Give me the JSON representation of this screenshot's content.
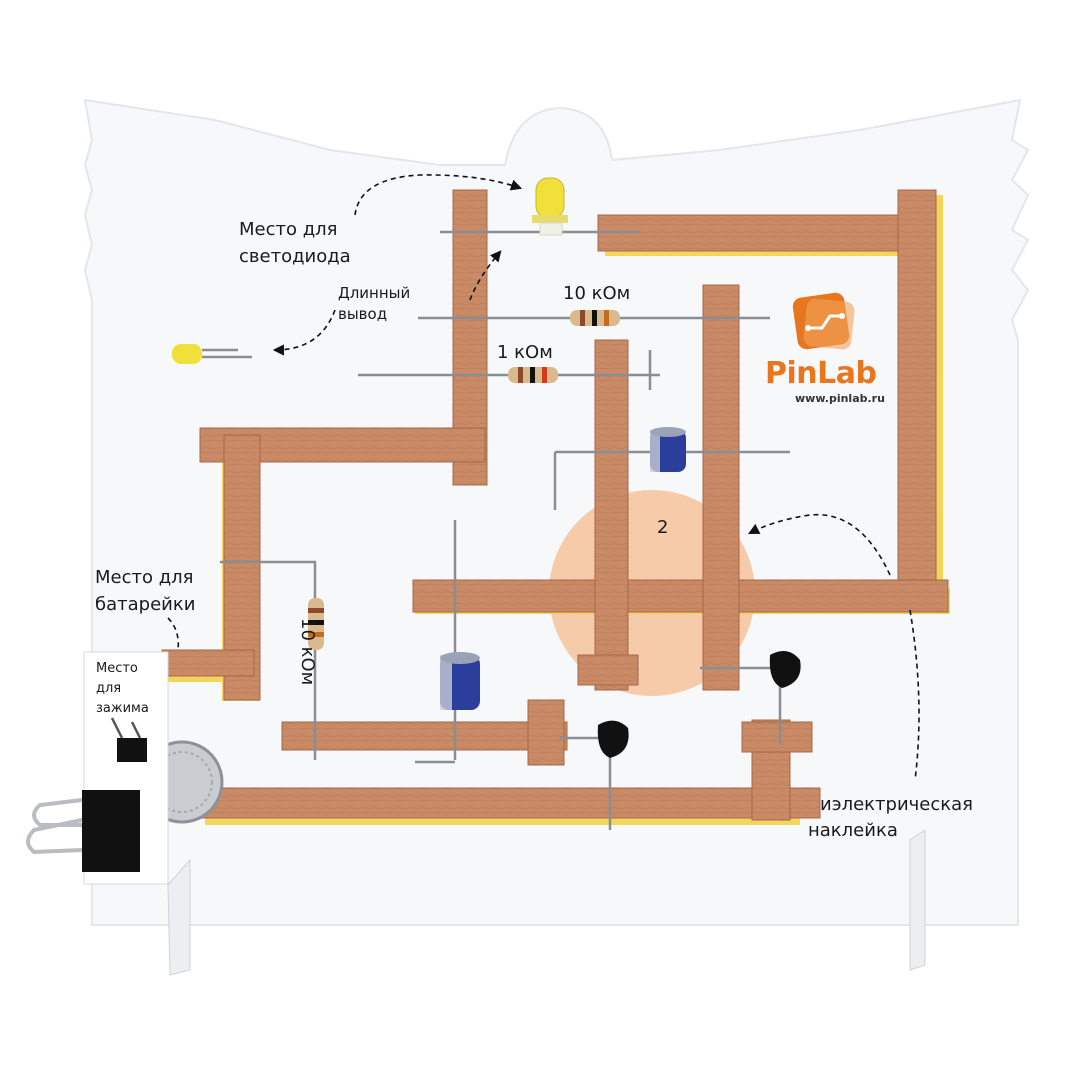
{
  "labels": {
    "led_place_1": "Место для",
    "led_place_2": "светодиода",
    "long_lead_1": "Длинный",
    "long_lead_2": "вывод",
    "r_top": "10 кОм",
    "r_mid": "1 кОм",
    "r_left": "10 кОм",
    "battery_1": "Место для",
    "battery_2": "батарейки",
    "clip_1": "Место",
    "clip_2": "для",
    "clip_3": "зажима",
    "sticker_1": "иэлектрическая",
    "sticker_2": "наклейка",
    "circle_number": "2"
  },
  "brand": {
    "name": "PinLab",
    "url": "www.pinlab.ru"
  },
  "colors": {
    "tape": "#c98a66",
    "tape_dark": "#a8674a",
    "brand": "#e8761e",
    "sticker_circle": "#f4c39a",
    "board": "#f7f8fa"
  },
  "icons": [
    "pinlab-logo-icon",
    "binder-clip-icon",
    "led-icon",
    "resistor-icon",
    "capacitor-icon",
    "transistor-icon",
    "coin-battery-icon"
  ]
}
